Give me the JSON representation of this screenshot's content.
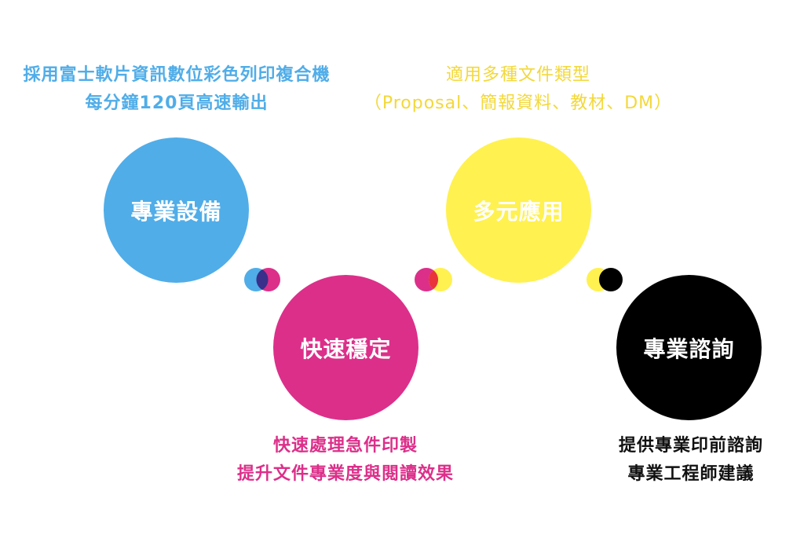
{
  "circles": [
    {
      "label": "專業設備"
    },
    {
      "label": "快速穩定"
    },
    {
      "label": "多元應用"
    },
    {
      "label": "專業諮詢"
    }
  ],
  "captions": [
    {
      "line1": "採用富士軟片資訊數位彩色列印複合機",
      "line2": "每分鐘120頁高速輸出"
    },
    {
      "line1": "快速處理急件印製",
      "line2": "提升文件專業度與閱讀效果"
    },
    {
      "line1": "適用多種文件類型",
      "line2": "（Proposal、簡報資料、教材、DM）"
    },
    {
      "line1": "提供專業印前諮詢",
      "line2": "專業工程師建議"
    }
  ],
  "colors": {
    "cyan": "#50ade8",
    "magenta": "#dc2f8a",
    "yellow": "#fff150",
    "black": "#000000",
    "cyan_magenta_overlap": "#3a2f8a",
    "magenta_yellow_overlap": "#e8343a",
    "yellow_black_overlap": "#000000"
  }
}
